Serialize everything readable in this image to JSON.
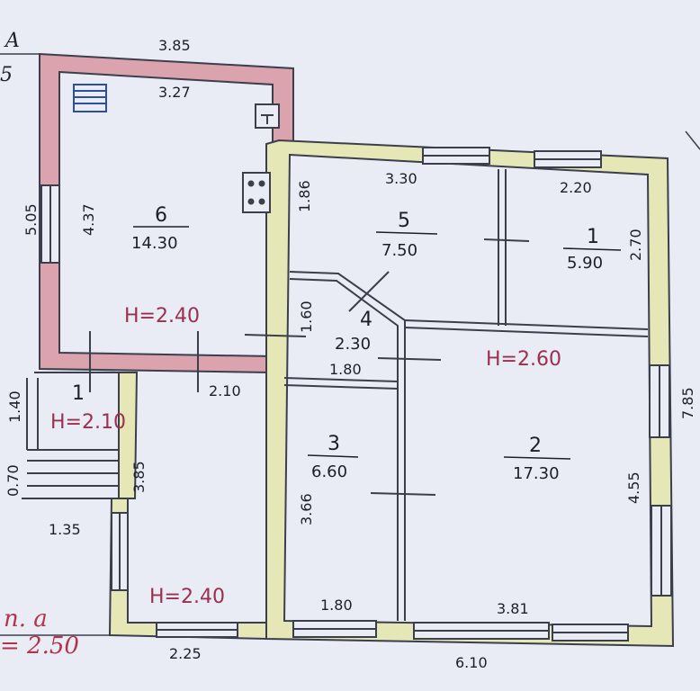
{
  "plan": {
    "section_mark": "A",
    "corner_mark_left": "5",
    "bottom_left_mark": "п. а",
    "bottom_left_value": "= 2.50",
    "colors": {
      "paper": "#e9ecf5",
      "wall_new": "#e5e7b6",
      "wall_old": "#dba3ad",
      "line": "#3b3f4c",
      "text": "#1c1f2a",
      "height_text": "#9a2f4e"
    },
    "rooms": [
      {
        "id": "6",
        "number": "6",
        "area": "14.30",
        "height": "Н=2.40",
        "width_outer": "3.85",
        "width_inner": "3.27",
        "length_inner": "4.37",
        "length_outer": "5.05"
      },
      {
        "id": "5",
        "number": "5",
        "area": "7.50",
        "width": "3.30",
        "length": "1.86"
      },
      {
        "id": "1a",
        "number": "1",
        "area": "5.90",
        "width": "2.20",
        "length": "2.70"
      },
      {
        "id": "4",
        "number": "4",
        "area": "2.30",
        "length": "1.60",
        "width": "1.80"
      },
      {
        "id": "2",
        "number": "2",
        "area": "17.30",
        "height": "Н=2.60",
        "length": "4.55",
        "width": "3.81"
      },
      {
        "id": "3",
        "number": "3",
        "area": "6.60",
        "length": "3.66",
        "width": "1.80"
      },
      {
        "id": "1b",
        "number": "1",
        "height": "Н=2.10",
        "length": "1.40"
      }
    ],
    "labels": {
      "d_2_10": "2.10",
      "d_3_85_v": "3.85",
      "d_0_70": "0.70",
      "d_1_35": "1.35",
      "d_2_25": "2.25",
      "d_1_80_bottom": "1.80",
      "d_6_10": "6.10",
      "d_7_85": "7.85",
      "h_veranda": "Н=2.40"
    }
  }
}
